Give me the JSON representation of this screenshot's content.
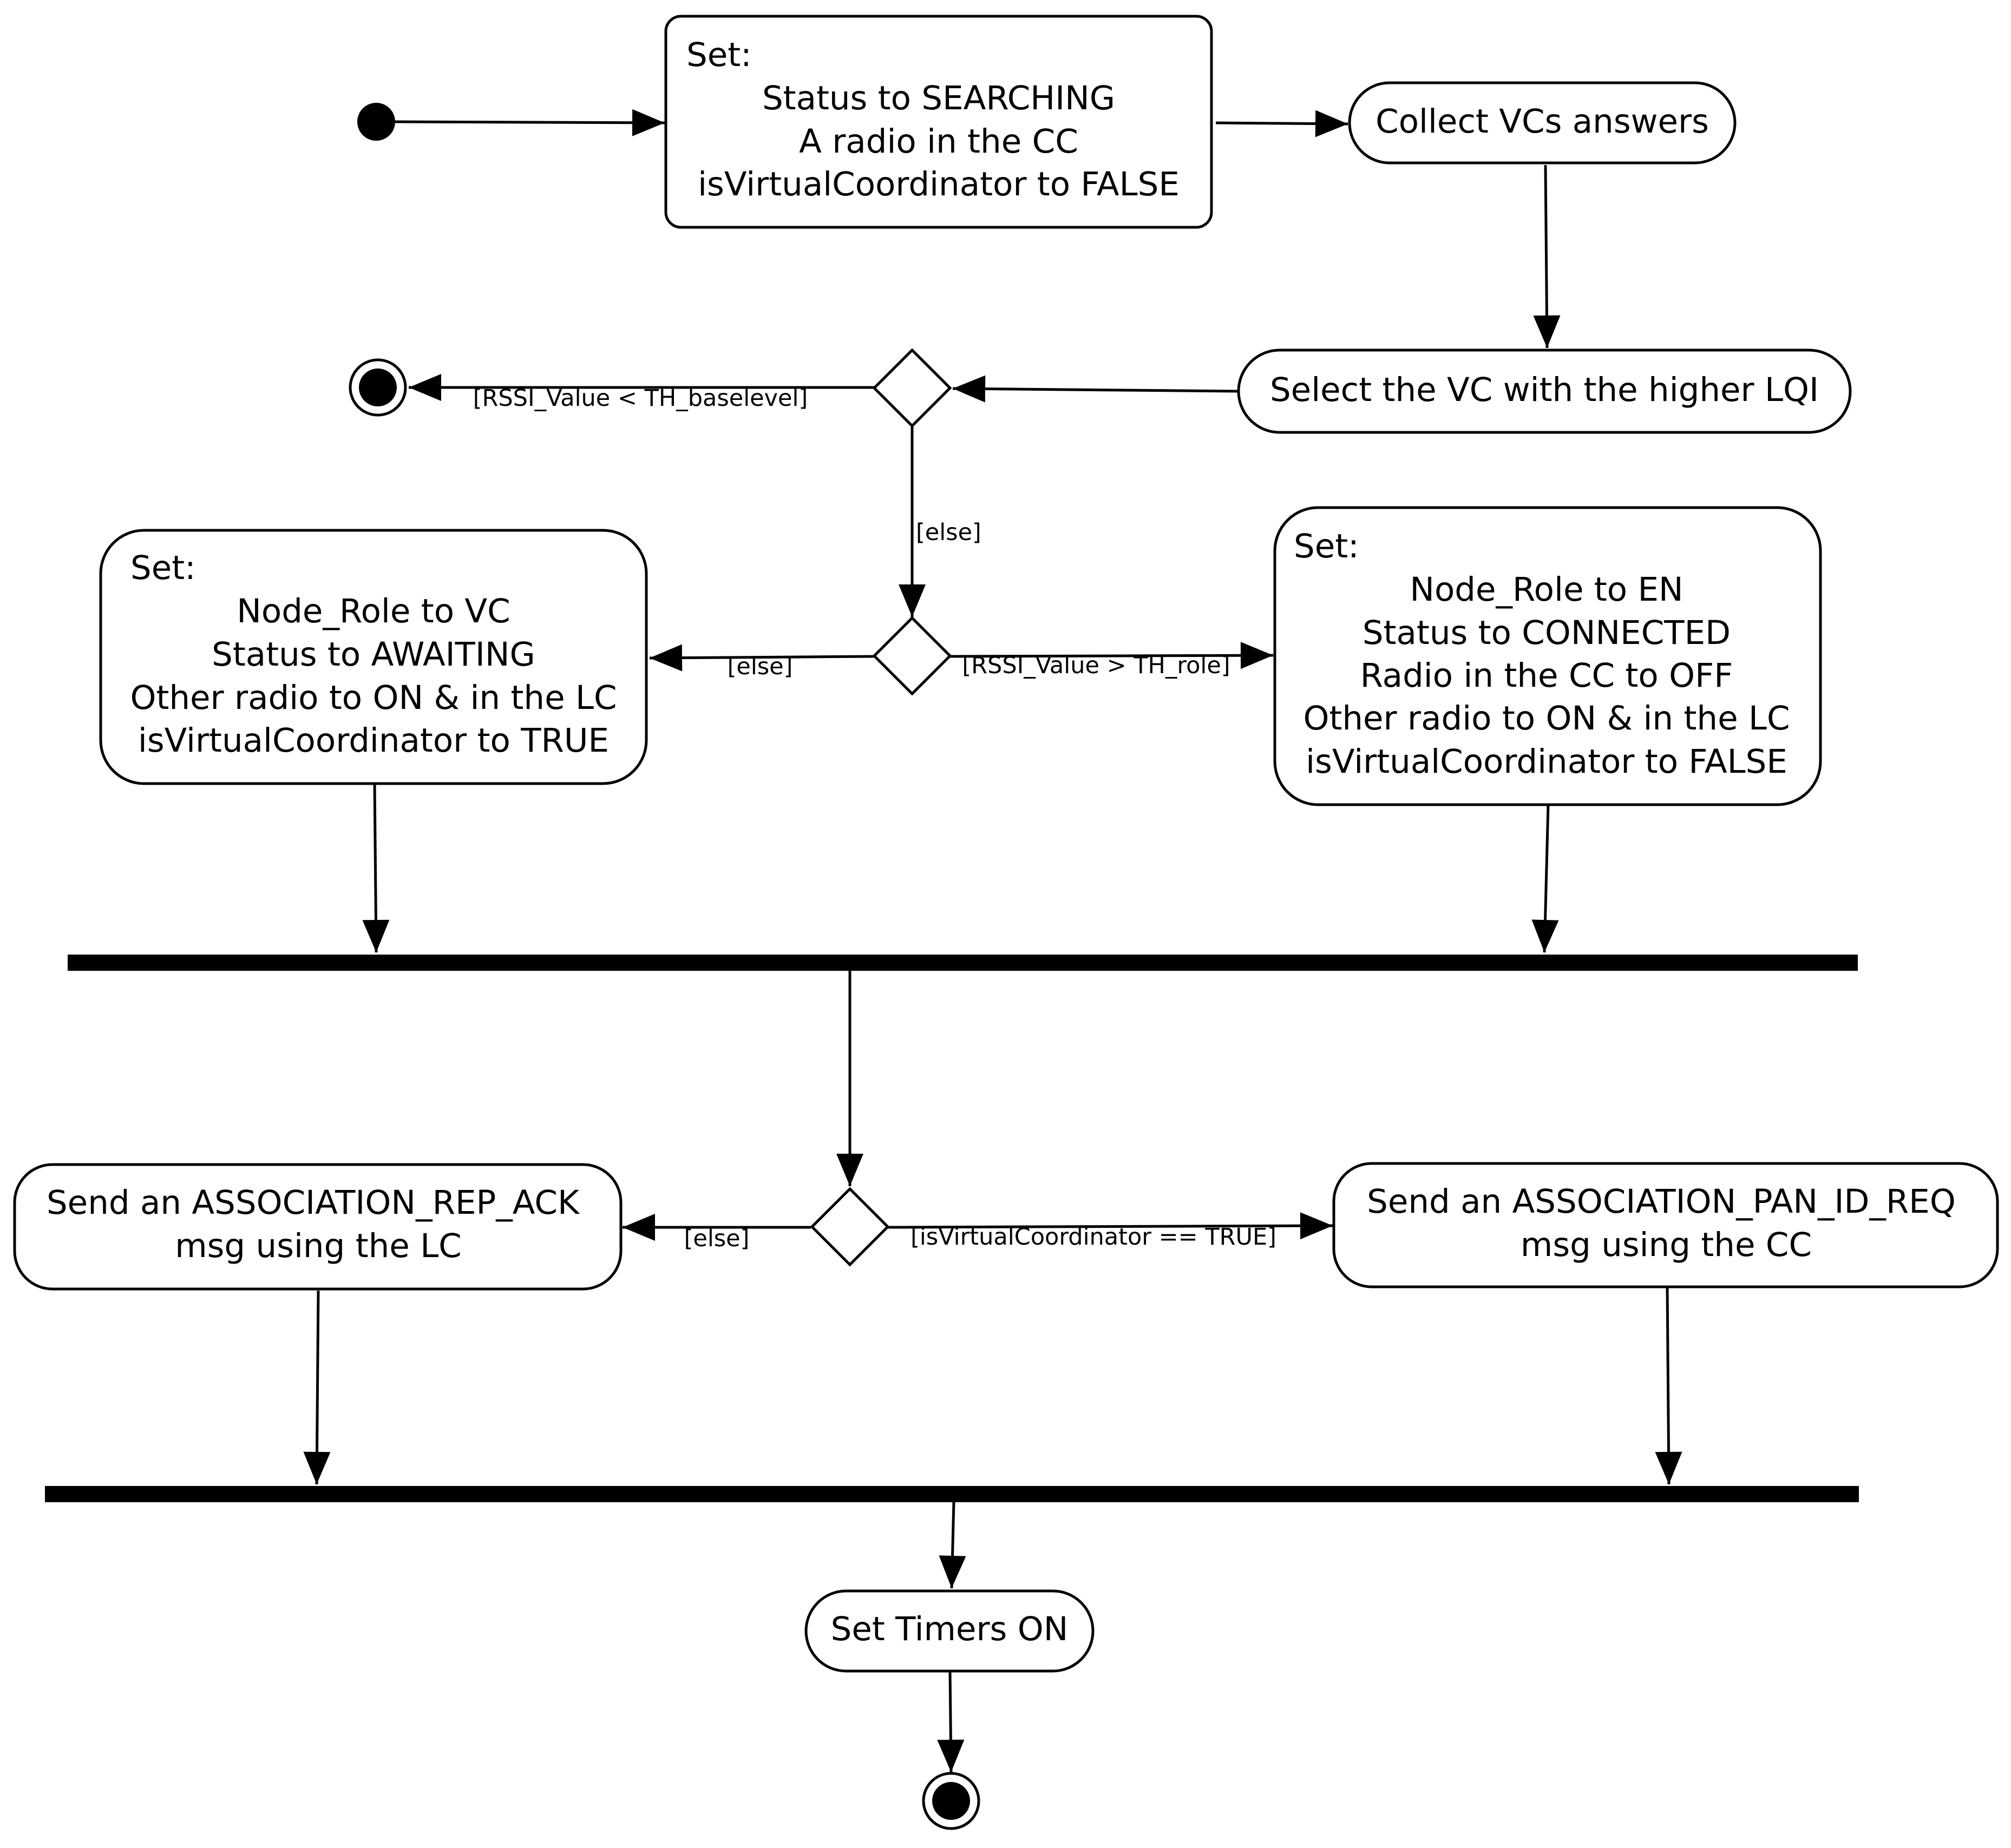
{
  "diagram": {
    "nodes": {
      "set_searching": {
        "header": "Set:",
        "lines": [
          "Status to SEARCHING",
          "A radio in the CC",
          "isVirtualCoordinator to FALSE"
        ]
      },
      "collect_answers": {
        "lines": [
          "Collect VCs answers"
        ]
      },
      "select_vc": {
        "lines": [
          "Select the VC with the higher LQI"
        ]
      },
      "set_vc": {
        "header": "Set:",
        "lines": [
          "Node_Role to VC",
          "Status to AWAITING",
          "Other radio to ON & in the LC",
          "isVirtualCoordinator to TRUE"
        ]
      },
      "set_en": {
        "header": "Set:",
        "lines": [
          "Node_Role to EN",
          "Status to CONNECTED",
          "Radio in the CC to OFF",
          "Other radio to ON & in the LC",
          "isVirtualCoordinator to FALSE"
        ]
      },
      "send_rep_ack": {
        "lines": [
          "Send an ASSOCIATION_REP_ACK",
          "msg using the LC"
        ]
      },
      "send_pan_id_req": {
        "lines": [
          "Send an ASSOCIATION_PAN_ID_REQ",
          "msg using the CC"
        ]
      },
      "set_timers": {
        "lines": [
          "Set Timers ON"
        ]
      }
    },
    "guards": {
      "rssi_below_base": "[RSSI_Value < TH_baselevel]",
      "else_1": "[else]",
      "else_2": "[else]",
      "rssi_above_role": "[RSSI_Value > TH_role]",
      "else_3": "[else]",
      "is_vc_true": "[isVirtualCoordinator == TRUE]"
    }
  }
}
